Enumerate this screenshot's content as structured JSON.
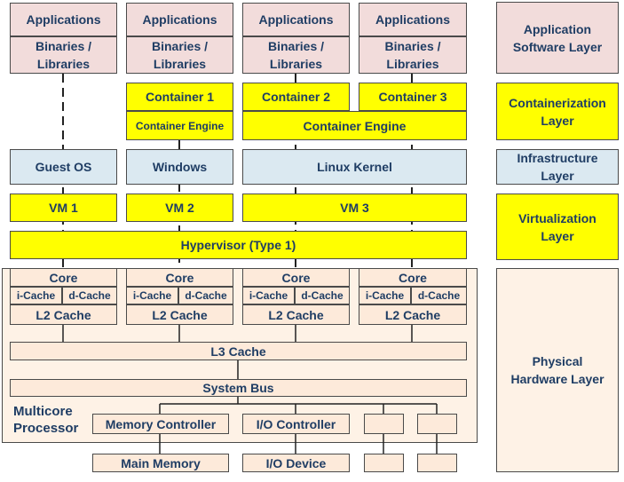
{
  "software": {
    "applications": [
      "Applications",
      "Applications",
      "Applications",
      "Applications"
    ],
    "binaries": [
      "Binaries /\nLibraries",
      "Binaries /\nLibraries",
      "Binaries /\nLibraries",
      "Binaries /\nLibraries"
    ]
  },
  "containers": {
    "container1": "Container 1",
    "container2": "Container 2",
    "container3": "Container 3",
    "engine_small": "Container Engine",
    "engine_large": "Container Engine"
  },
  "infrastructure": {
    "guest_os": "Guest OS",
    "windows": "Windows",
    "linux_kernel": "Linux Kernel"
  },
  "vms": {
    "vm1": "VM 1",
    "vm2": "VM 2",
    "vm3": "VM 3",
    "hypervisor": "Hypervisor (Type 1)"
  },
  "hardware": {
    "cores": [
      {
        "core": "Core",
        "icache": "i-Cache",
        "dcache": "d-Cache",
        "l2": "L2 Cache"
      },
      {
        "core": "Core",
        "icache": "i-Cache",
        "dcache": "d-Cache",
        "l2": "L2 Cache"
      },
      {
        "core": "Core",
        "icache": "i-Cache",
        "dcache": "d-Cache",
        "l2": "L2 Cache"
      },
      {
        "core": "Core",
        "icache": "i-Cache",
        "dcache": "d-Cache",
        "l2": "L2 Cache"
      }
    ],
    "l3": "L3 Cache",
    "bus": "System Bus",
    "processor_label": "Multicore\nProcessor",
    "memory_controller": "Memory Controller",
    "io_controller": "I/O Controller",
    "main_memory": "Main Memory",
    "io_device": "I/O Device"
  },
  "layers": {
    "application": "Application\nSoftware Layer",
    "containerization": "Containerization\nLayer",
    "infrastructure": "Infrastructure\nLayer",
    "virtualization": "Virtualization\nLayer",
    "physical": "Physical\nHardware Layer"
  }
}
